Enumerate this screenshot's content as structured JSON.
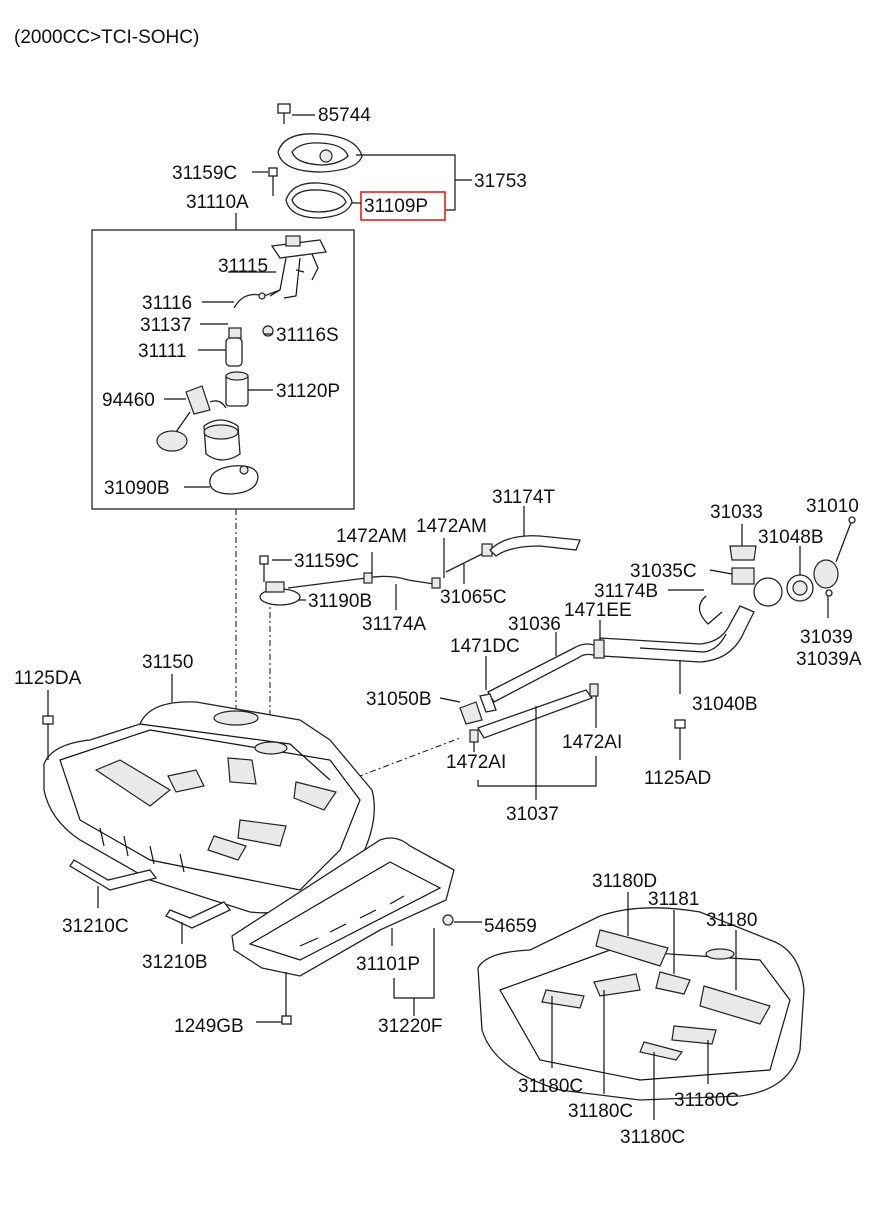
{
  "header": "(2000CC>TCI-SOHC)",
  "highlight": {
    "label": "31109P",
    "color": "#e02020"
  },
  "labels": {
    "p85744": "85744",
    "p31753": "31753",
    "p31159C_a": "31159C",
    "p31109P": "31109P",
    "p31110A": "31110A",
    "p31115": "31115",
    "p31116": "31116",
    "p31137": "31137",
    "p31116S": "31116S",
    "p31111": "31111",
    "p94460": "94460",
    "p31120P": "31120P",
    "p31090B": "31090B",
    "p31174T": "31174T",
    "p1472AM_a": "1472AM",
    "p1472AM_b": "1472AM",
    "p31159C_b": "31159C",
    "p31190B": "31190B",
    "p31065C": "31065C",
    "p31174A": "31174A",
    "p31033": "31033",
    "p31010": "31010",
    "p31048B": "31048B",
    "p31035C": "31035C",
    "p31174B": "31174B",
    "p1471EE": "1471EE",
    "p31036": "31036",
    "p1471DC": "1471DC",
    "p31039": "31039",
    "p31039A": "31039A",
    "p31150": "31150",
    "p1125DA": "1125DA",
    "p31050B": "31050B",
    "p31040B": "31040B",
    "p1472AI_a": "1472AI",
    "p1472AI_b": "1472AI",
    "p1125AD": "1125AD",
    "p31037": "31037",
    "p31210C": "31210C",
    "p54659": "54659",
    "p31210B": "31210B",
    "p31101P": "31101P",
    "p1249GB": "1249GB",
    "p31220F": "31220F",
    "p31180D": "31180D",
    "p31181": "31181",
    "p31180": "31180",
    "p31180C_a": "31180C",
    "p31180C_b": "31180C",
    "p31180C_c": "31180C",
    "p31180C_d": "31180C"
  }
}
